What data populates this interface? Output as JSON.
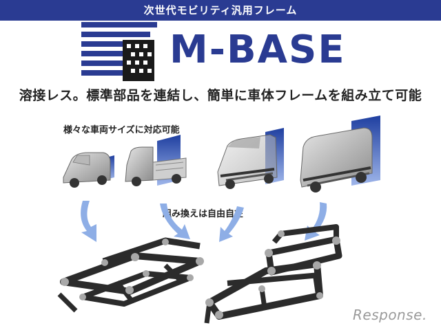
{
  "header": {
    "subtitle": "次世代モビリティ汎用フレーム"
  },
  "brand": {
    "name": "M-BASE"
  },
  "headline": {
    "text": "溶接レス。標準部品を連結し、簡単に車体フレームを組み立て可能"
  },
  "captions": {
    "sizes": "様々な車両サイズに対応可能",
    "swap": "組み換えは自由自在"
  },
  "watermark": {
    "text": "Response."
  },
  "colors": {
    "brand": "#2a3b92",
    "panel": "#2e55b8",
    "arrow": "#8eaee6"
  },
  "icons": {
    "logo": "striped-frame-logo-icon",
    "arrow": "curved-arrow-icon"
  }
}
